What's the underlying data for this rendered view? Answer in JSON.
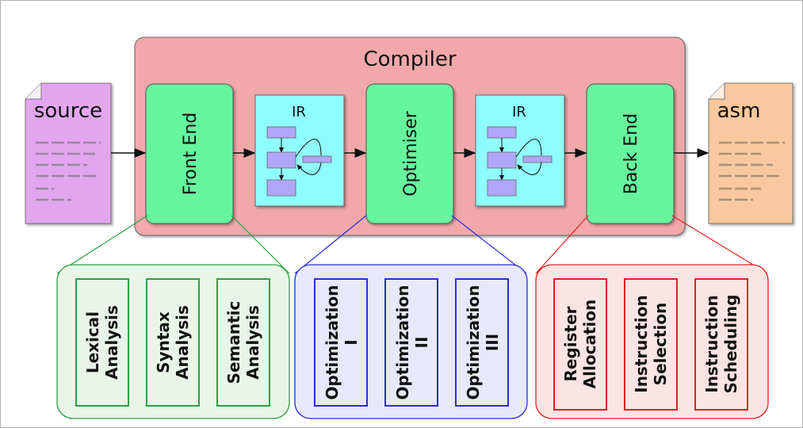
{
  "compiler": {
    "title": "Compiler"
  },
  "source": {
    "label": "source"
  },
  "asm": {
    "label": "asm"
  },
  "stages": {
    "front_end": "Front End",
    "ir1": "IR",
    "optimiser": "Optimiser",
    "ir2": "IR",
    "back_end": "Back End"
  },
  "front_end_detail": {
    "box1": [
      "Lexical",
      "Analysis"
    ],
    "box2": [
      "Syntax",
      "Analysis"
    ],
    "box3": [
      "Semantic",
      "Analysis"
    ]
  },
  "optimiser_detail": {
    "box1": [
      "Optimization",
      "I"
    ],
    "box2": [
      "Optimization",
      "II"
    ],
    "box3": [
      "Optimization",
      "III"
    ]
  },
  "back_end_detail": {
    "box1": [
      "Register",
      "Allocation"
    ],
    "box2": [
      "Instruction",
      "Selection"
    ],
    "box3": [
      "Instruction",
      "Scheduling"
    ]
  },
  "colors": {
    "compiler_bg": "#f2a8aa",
    "stage_green": "#66f59e",
    "ir_cyan": "#8ffcfd",
    "ir_block": "#b0a6f7",
    "source_doc": "#e2a6ee",
    "asm_doc": "#f9c89e",
    "front_group": "#e8f5e9",
    "front_border": "#2aa043",
    "opt_group": "#e7e9fb",
    "opt_border": "#2a2bd8",
    "back_group": "#fde4e4",
    "back_border": "#e02020"
  }
}
